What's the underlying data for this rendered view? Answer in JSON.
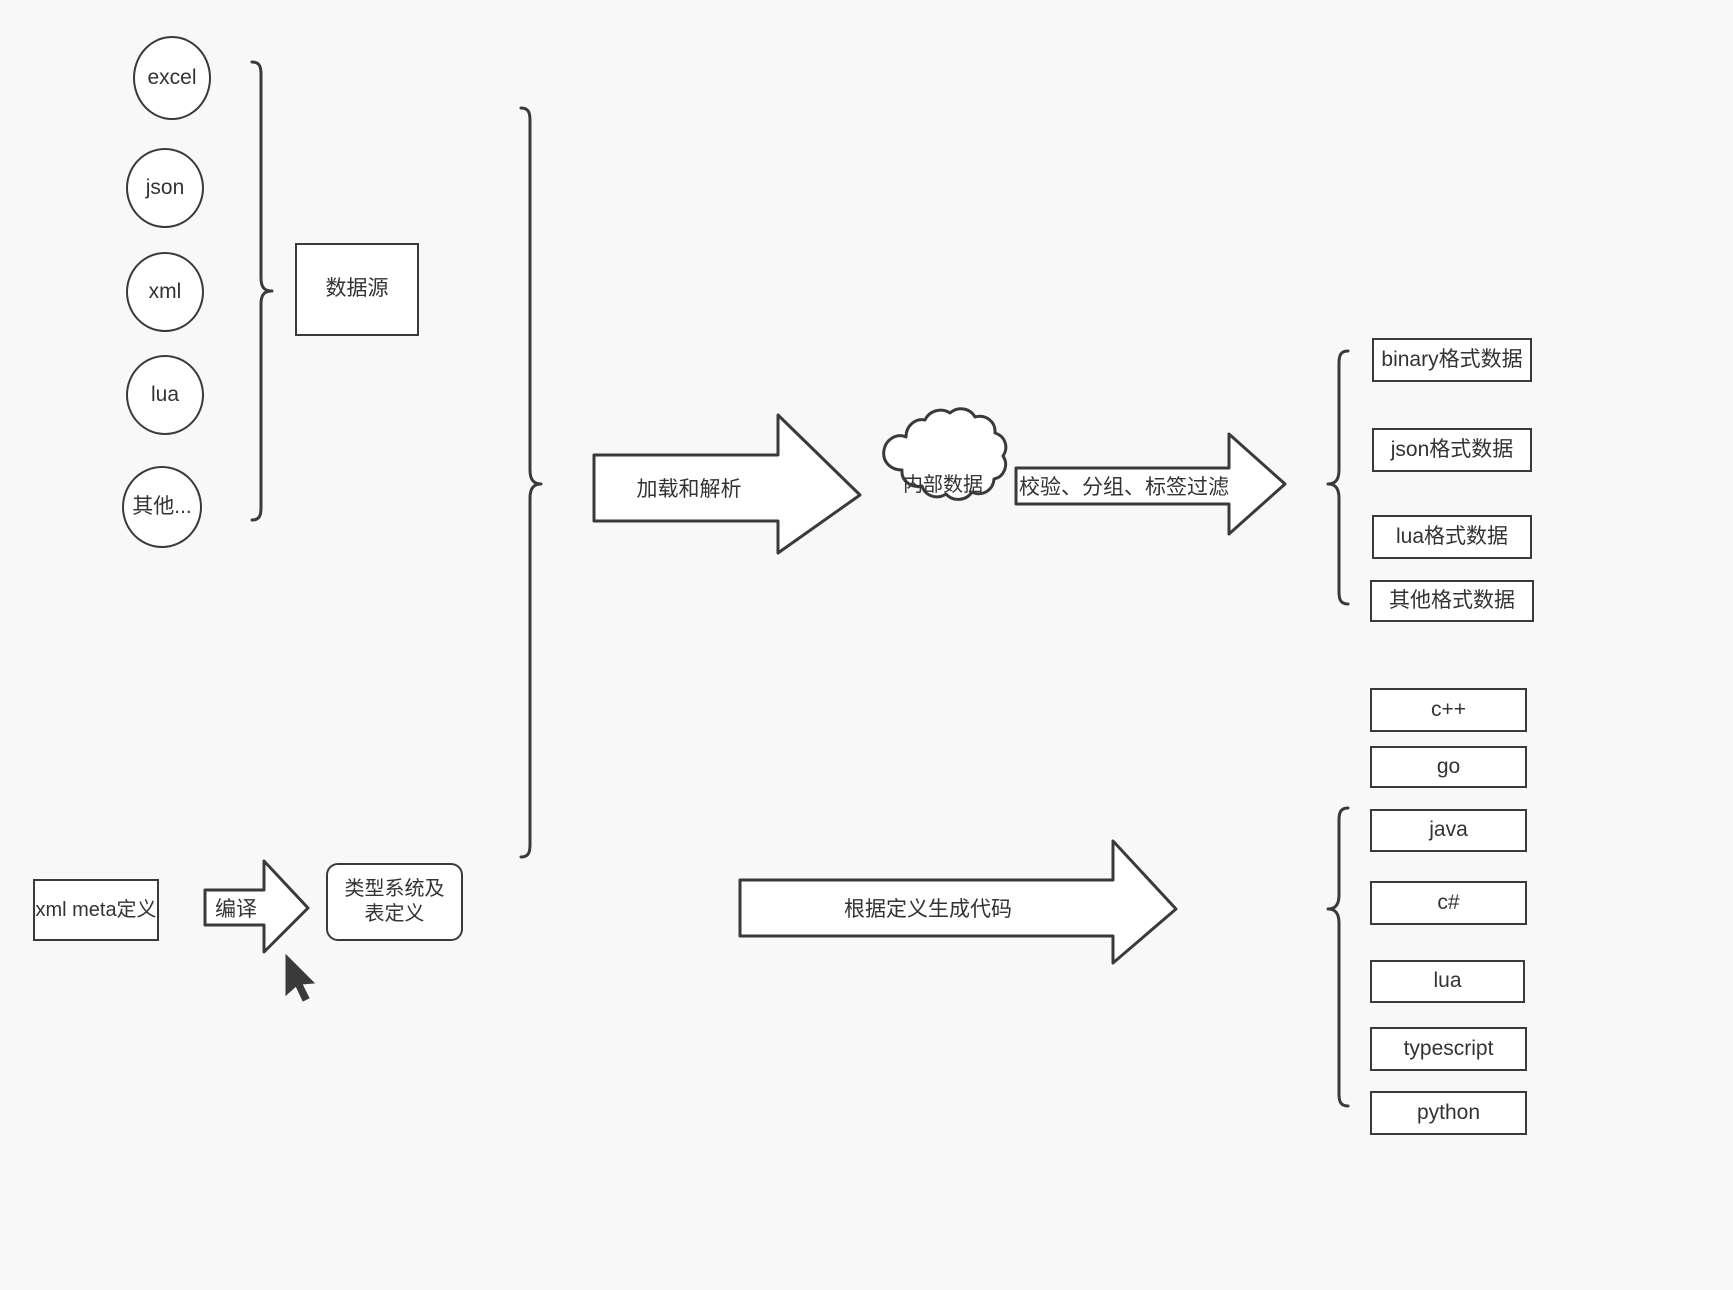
{
  "diagram": {
    "background_color": "#f8f8f8",
    "stroke_color": "#3a3a3a",
    "fill_color": "#ffffff",
    "text_color": "#333333",
    "title": "",
    "sources": {
      "group_label": "数据源",
      "items": [
        {
          "label": "excel"
        },
        {
          "label": "json"
        },
        {
          "label": "xml"
        },
        {
          "label": "lua"
        },
        {
          "label": "其他..."
        }
      ]
    },
    "meta": {
      "definition_label": "xml meta定义",
      "compile_label": "编译",
      "type_system_label": "类型系统及表定义"
    },
    "pipeline": {
      "load_parse_label": "加载和解析",
      "internal_data_label": "内部数据",
      "validate_label": "校验、分组、标签过滤",
      "codegen_label": "根据定义生成代码"
    },
    "outputs": {
      "data_formats": [
        {
          "label": "binary格式数据"
        },
        {
          "label": "json格式数据"
        },
        {
          "label": "lua格式数据"
        },
        {
          "label": "其他格式数据"
        }
      ],
      "languages": [
        {
          "label": "c++"
        },
        {
          "label": "go"
        },
        {
          "label": "java"
        },
        {
          "label": "c#"
        },
        {
          "label": "lua"
        },
        {
          "label": "typescript"
        },
        {
          "label": "python"
        }
      ]
    },
    "cursor": {
      "name": "mouse-pointer"
    }
  }
}
